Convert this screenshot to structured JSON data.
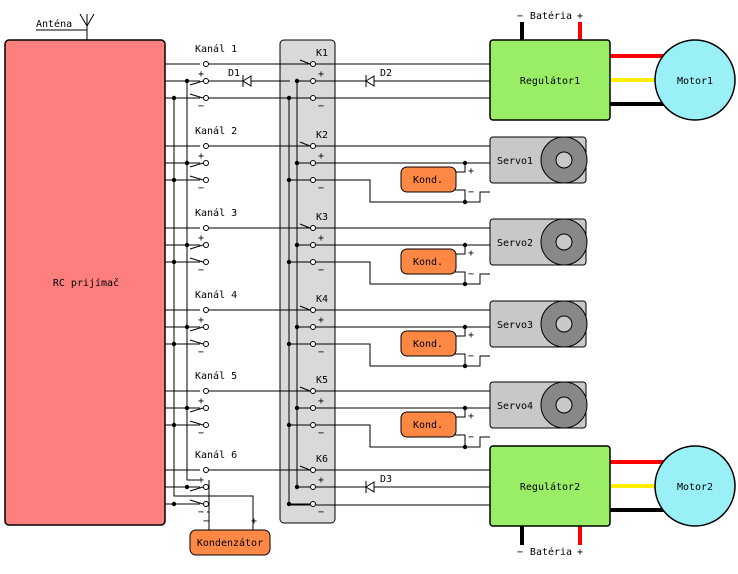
{
  "receiver": {
    "label": "RC prijímač",
    "color": "#ff7f7f"
  },
  "antenna": {
    "label": "Anténa"
  },
  "connector_board": {
    "color": "#d9d9d9"
  },
  "channels": [
    {
      "label": "Kanál 1",
      "pin_plus": "+",
      "pin_minus": "−"
    },
    {
      "label": "Kanál 2",
      "pin_plus": "+",
      "pin_minus": "−"
    },
    {
      "label": "Kanál 3",
      "pin_plus": "+",
      "pin_minus": "−"
    },
    {
      "label": "Kanál 4",
      "pin_plus": "+",
      "pin_minus": "−"
    },
    {
      "label": "Kanál 5",
      "pin_plus": "+",
      "pin_minus": "−"
    },
    {
      "label": "Kanál 6",
      "pin_plus": "+",
      "pin_minus": "−"
    }
  ],
  "connectors": [
    {
      "label": "K1",
      "pin_plus": "+",
      "pin_minus": "−"
    },
    {
      "label": "K2",
      "pin_plus": "+",
      "pin_minus": "−"
    },
    {
      "label": "K3",
      "pin_plus": "+",
      "pin_minus": "−"
    },
    {
      "label": "K4",
      "pin_plus": "+",
      "pin_minus": "−"
    },
    {
      "label": "K5",
      "pin_plus": "+",
      "pin_minus": "−"
    },
    {
      "label": "K6",
      "pin_plus": "+",
      "pin_minus": "−"
    }
  ],
  "diodes": {
    "d1": "D1",
    "d2": "D2",
    "d3": "D3"
  },
  "regulators": [
    {
      "label": "Regulátor1",
      "color": "#99ee66"
    },
    {
      "label": "Regulátor2",
      "color": "#99ee66"
    }
  ],
  "motors": [
    {
      "label": "Motor1",
      "color": "#99f0f7"
    },
    {
      "label": "Motor2",
      "color": "#99f0f7"
    }
  ],
  "batteries": [
    {
      "minus": "−",
      "label": "Batéria",
      "plus": "+"
    },
    {
      "minus": "−",
      "label": "Batéria",
      "plus": "+"
    }
  ],
  "servos": [
    {
      "label": "Servo1",
      "cap_label": "Kond.",
      "cap_plus": "+",
      "cap_minus": "−"
    },
    {
      "label": "Servo2",
      "cap_label": "Kond.",
      "cap_plus": "+",
      "cap_minus": "−"
    },
    {
      "label": "Servo3",
      "cap_label": "Kond.",
      "cap_plus": "+",
      "cap_minus": "−"
    },
    {
      "label": "Servo4",
      "cap_label": "Kond.",
      "cap_plus": "+",
      "cap_minus": "−"
    }
  ],
  "main_capacitor": {
    "label": "Kondenzátor",
    "minus": "−",
    "plus": "+",
    "color": "#ff8844"
  },
  "colors": {
    "servo_body": "#c8c8c8",
    "servo_wheel": "#888888",
    "capacitor": "#ff8844",
    "wire_red": "#ff0000",
    "wire_yellow": "#ffee00",
    "wire_black": "#000000"
  }
}
